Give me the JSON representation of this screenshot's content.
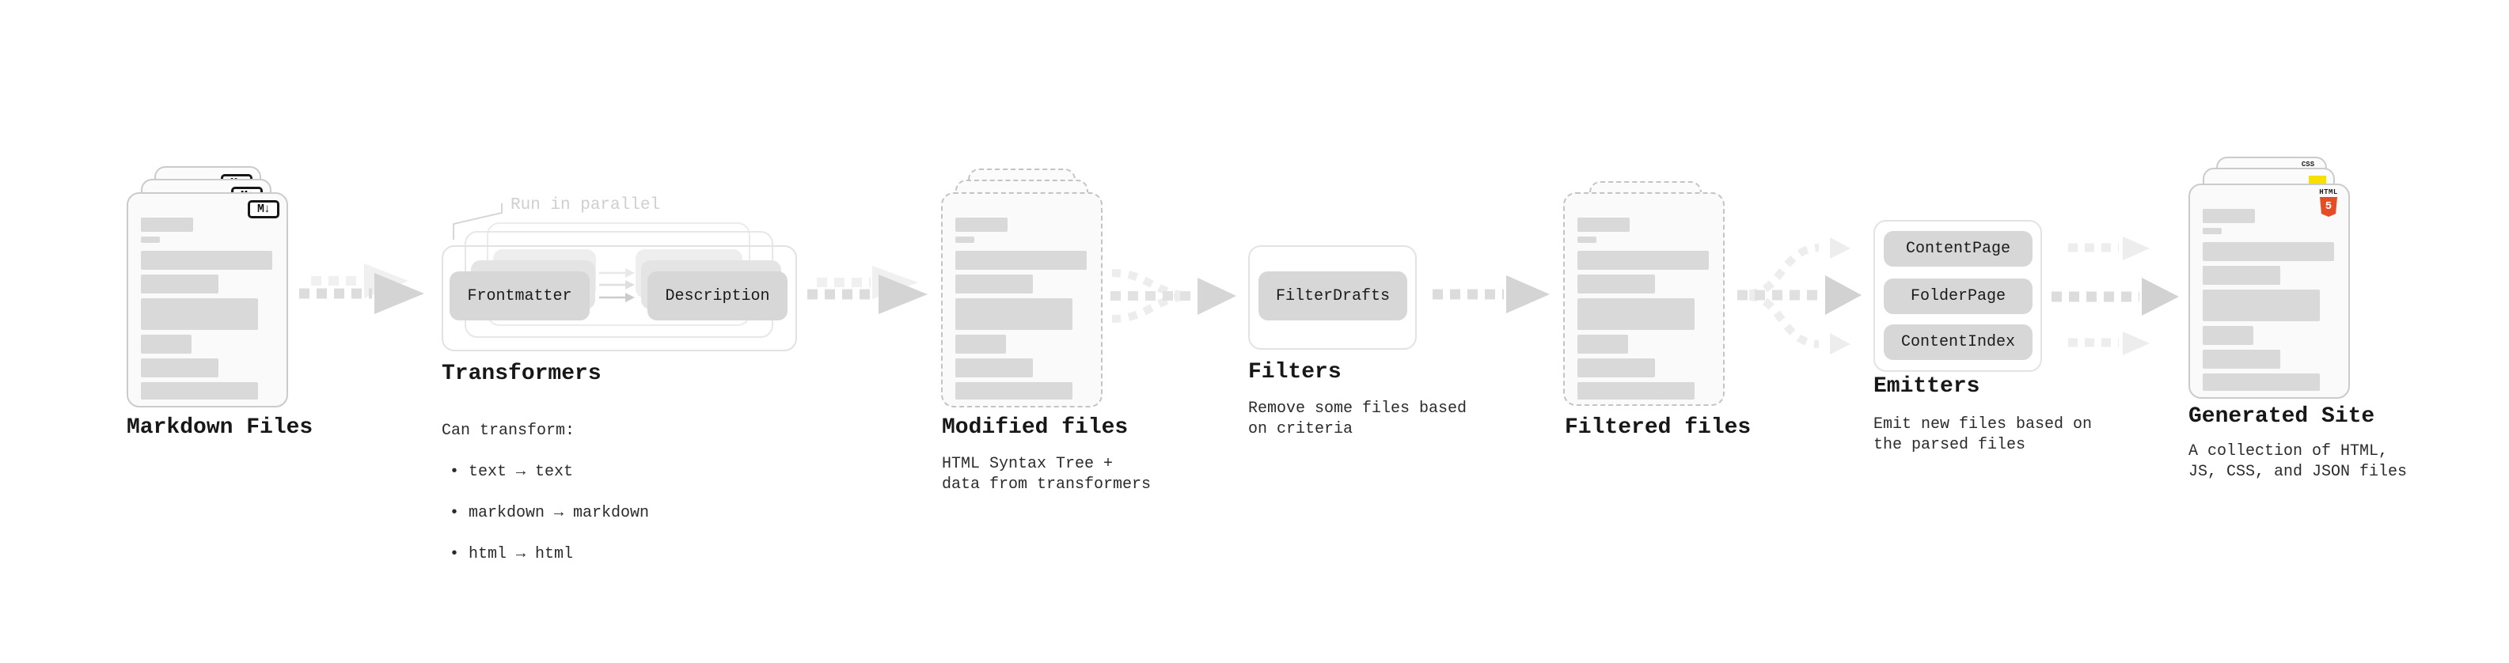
{
  "diagram": {
    "stations": {
      "markdown": {
        "label": "Markdown Files"
      },
      "transformers": {
        "label": "Transformers",
        "annotation": "Run in parallel",
        "input_pill": "Frontmatter",
        "output_pill": "Description",
        "desc_title": "Can transform:",
        "bullets": [
          "• text → text",
          "• markdown → markdown",
          "• html → html"
        ]
      },
      "modified": {
        "label": "Modified files",
        "description": "HTML Syntax Tree +\ndata from transformers"
      },
      "filters": {
        "label": "Filters",
        "pill": "FilterDrafts",
        "description": "Remove some files based\non criteria"
      },
      "filtered": {
        "label": "Filtered files"
      },
      "emitters": {
        "label": "Emitters",
        "pills": [
          "ContentPage",
          "FolderPage",
          "ContentIndex"
        ],
        "description": "Emit new files based on\nthe parsed files"
      },
      "generated": {
        "label": "Generated Site",
        "description": "A collection of HTML,\nJS, CSS, and JSON files"
      }
    },
    "icons": {
      "markdown_badge": "M↓",
      "css_label": "CSS",
      "html5_label": "HTML",
      "html5_number": "5"
    },
    "colors": {
      "html5_orange": "#e54d26",
      "js_yellow": "#f7df00",
      "css_blue": "#2962f1",
      "doc_border": "#c9c9c9",
      "bar_gray": "#d9d9d9",
      "arrow_gray": "#d5d5d5",
      "annotation_gray": "#cfcfcf"
    }
  }
}
